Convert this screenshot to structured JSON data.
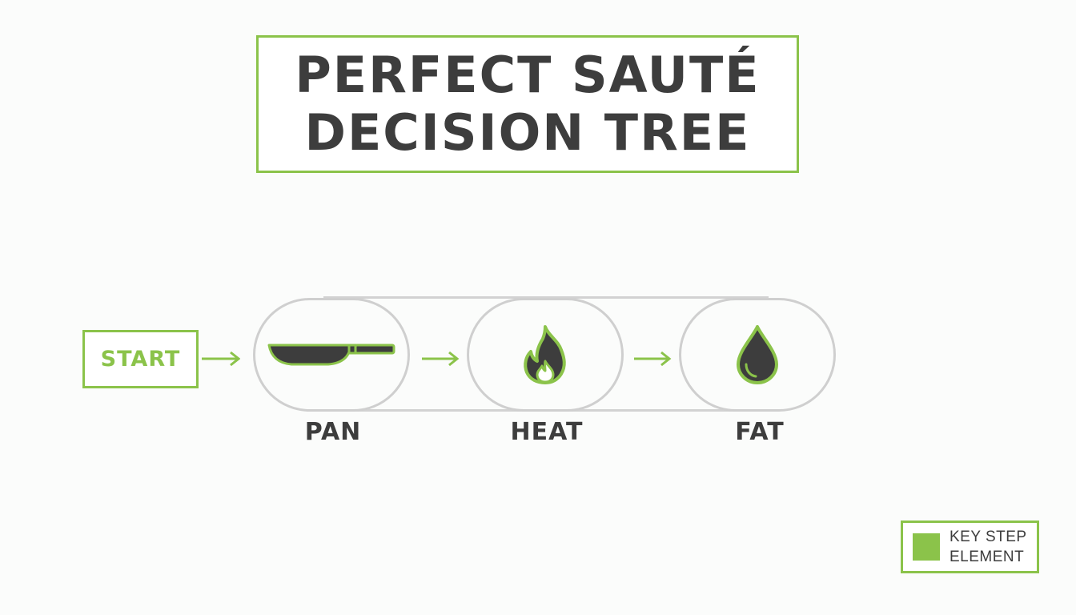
{
  "title": {
    "line1": "PERFECT SAUTÉ",
    "line2": "DECISION TREE"
  },
  "start": {
    "label": "START"
  },
  "steps": [
    {
      "label": "PAN",
      "icon": "pan-icon"
    },
    {
      "label": "HEAT",
      "icon": "flame-icon"
    },
    {
      "label": "FAT",
      "icon": "oil-drop-icon"
    }
  ],
  "legend": {
    "line1": "KEY STEP",
    "line2": "ELEMENT"
  },
  "colors": {
    "accent": "#8bc34a",
    "text": "#3d3d3d",
    "outline": "#cfcfcf"
  }
}
